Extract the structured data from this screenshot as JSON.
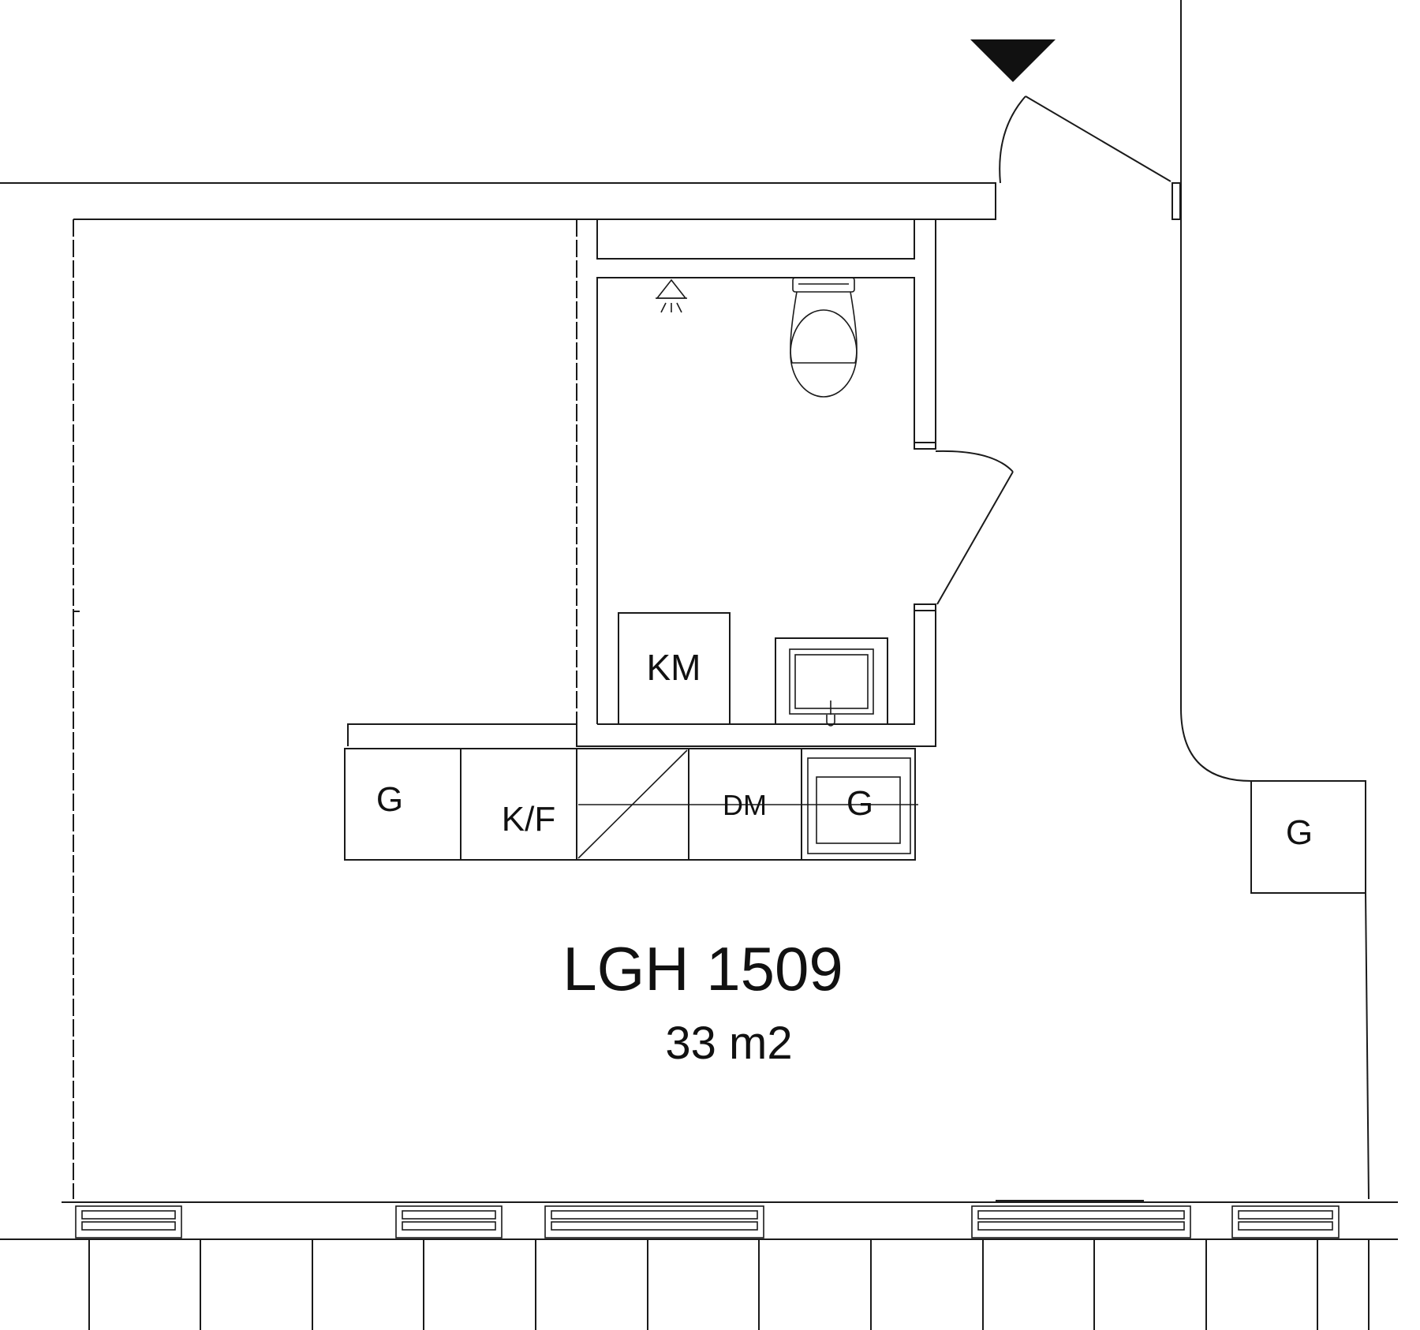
{
  "apartment": {
    "name": "LGH 1509",
    "area": "33 m2"
  },
  "labels": {
    "washer": "KM",
    "fridge_freezer": "K/F",
    "dishwasher": "DM",
    "cabinet_left": "G",
    "cabinet_sink": "G",
    "cabinet_right": "G"
  },
  "symbols": {
    "entrance_marker": "triangle-down-icon",
    "ceiling_light": "light-fixture-icon",
    "toilet": "toilet-icon",
    "sink": "sink-icon",
    "stove": "stove-icon"
  },
  "colors": {
    "line": "#1a1a1a",
    "background": "#ffffff"
  }
}
